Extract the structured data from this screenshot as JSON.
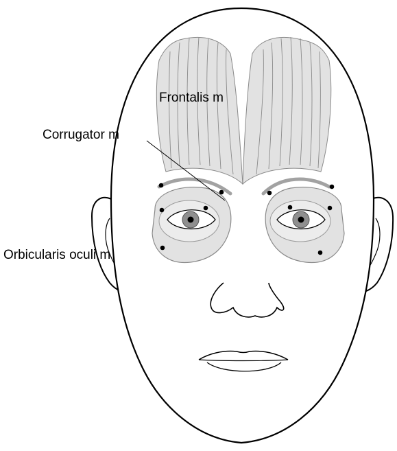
{
  "labels": {
    "frontalis": "Frontalis m",
    "corrugator": "Corrugator m",
    "orbicularis": "Orbicularis oculi m"
  },
  "colors": {
    "outline": "#000000",
    "muscle_fill": "#e2e2e2",
    "muscle_line": "#8a8a8a",
    "eye_ring": "#c8c8c8",
    "iris": "#8f8f8f",
    "electrode": "#000000",
    "background": "#ffffff"
  }
}
